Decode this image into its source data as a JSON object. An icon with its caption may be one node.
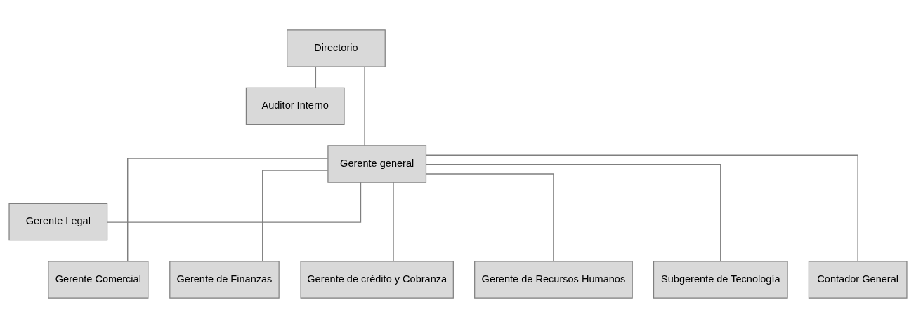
{
  "diagram": {
    "nodes": [
      {
        "text": [
          "Directorio"
        ]
      },
      {
        "text": [
          "Auditor Interno"
        ]
      },
      {
        "text": [
          "Gerente general"
        ]
      },
      {
        "text": [
          "Gerente Legal"
        ]
      },
      {
        "text": [
          "Gerente Comercial"
        ]
      },
      {
        "text": [
          "Gerente de Finanzas"
        ]
      },
      {
        "text": [
          "Gerente de crédito y Cobranza"
        ]
      },
      {
        "text": [
          "Gerente de Recursos Humanos"
        ]
      },
      {
        "text": [
          "Subgerente de Tecnología"
        ]
      },
      {
        "text": [
          "Contador General"
        ]
      }
    ],
    "edges": [
      {
        "from": 0,
        "to": 2,
        "arrow": "none"
      },
      {
        "from": 0,
        "to": 1,
        "arrow": "none"
      },
      {
        "from": 2,
        "to": 3,
        "arrow": "none"
      },
      {
        "from": 2,
        "to": 4,
        "arrow": "none"
      },
      {
        "from": 2,
        "to": 5,
        "arrow": "none"
      },
      {
        "from": 2,
        "to": 6,
        "arrow": "none"
      },
      {
        "from": 2,
        "to": 7,
        "arrow": "none"
      },
      {
        "from": 2,
        "to": 8,
        "arrow": "none"
      },
      {
        "from": 2,
        "to": 9,
        "arrow": "none"
      }
    ]
  }
}
